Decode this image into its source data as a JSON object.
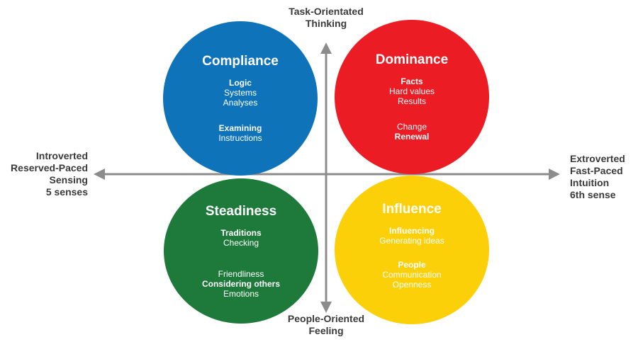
{
  "axes": {
    "top": [
      "Task-Orientated",
      "Thinking"
    ],
    "bottom": [
      "People-Oriented",
      "Feeling"
    ],
    "left": [
      "Introverted",
      "Reserved-Paced",
      "Sensing",
      "5 senses"
    ],
    "right": [
      "Extroverted",
      "Fast-Paced",
      "Intuition",
      "6th sense"
    ]
  },
  "quadrants": {
    "compliance": {
      "title": "Compliance",
      "color": "#0f73b9",
      "group1": [
        {
          "text": "Logic",
          "bold": true
        },
        {
          "text": "Systems",
          "bold": false
        },
        {
          "text": "Analyses",
          "bold": false
        }
      ],
      "group2": [
        {
          "text": "Examining",
          "bold": true
        },
        {
          "text": "Instructions",
          "bold": false
        }
      ]
    },
    "dominance": {
      "title": "Dominance",
      "color": "#ec1c24",
      "group1": [
        {
          "text": "Facts",
          "bold": true
        },
        {
          "text": "Hard values",
          "bold": false
        },
        {
          "text": "Results",
          "bold": false
        }
      ],
      "group2": [
        {
          "text": "Change",
          "bold": false
        },
        {
          "text": "Renewal",
          "bold": true
        }
      ]
    },
    "steadiness": {
      "title": "Steadiness",
      "color": "#1d7a3a",
      "group1": [
        {
          "text": "Traditions",
          "bold": true
        },
        {
          "text": "Checking",
          "bold": false
        }
      ],
      "group2": [
        {
          "text": "Friendliness",
          "bold": false
        },
        {
          "text": "Considering others",
          "bold": true
        },
        {
          "text": "Emotions",
          "bold": false
        }
      ]
    },
    "influence": {
      "title": "Influence",
      "color": "#fcd008",
      "group1": [
        {
          "text": "Influencing",
          "bold": true
        },
        {
          "text": "Generating ideas",
          "bold": false
        }
      ],
      "group2": [
        {
          "text": "People",
          "bold": true
        },
        {
          "text": "Communication",
          "bold": false
        },
        {
          "text": "Openness",
          "bold": false
        }
      ]
    }
  },
  "colors": {
    "axis": "#8c8c8c",
    "label": "#3a3a3a"
  }
}
